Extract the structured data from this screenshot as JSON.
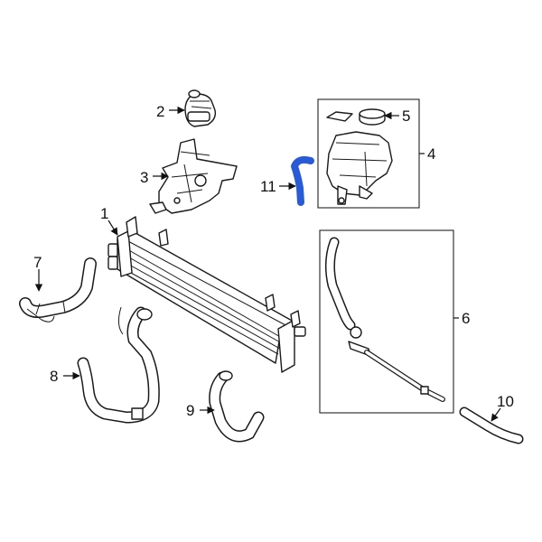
{
  "diagram": {
    "highlight_color": "#2a5bd7",
    "line_color": "#1a1a1a",
    "background": "#ffffff",
    "callouts": [
      {
        "id": "1",
        "label": "1"
      },
      {
        "id": "2",
        "label": "2"
      },
      {
        "id": "3",
        "label": "3"
      },
      {
        "id": "4",
        "label": "4"
      },
      {
        "id": "5",
        "label": "5"
      },
      {
        "id": "6",
        "label": "6"
      },
      {
        "id": "7",
        "label": "7"
      },
      {
        "id": "8",
        "label": "8"
      },
      {
        "id": "9",
        "label": "9"
      },
      {
        "id": "10",
        "label": "10"
      },
      {
        "id": "11",
        "label": "11"
      }
    ]
  }
}
